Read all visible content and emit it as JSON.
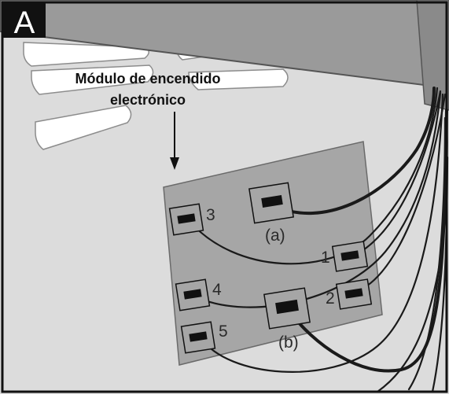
{
  "panel_letter": "A",
  "callout": {
    "line1": "Módulo de encendido",
    "line2": "electrónico"
  },
  "terminals": {
    "t1": "1",
    "t2": "2",
    "t3": "3",
    "t4": "4",
    "t5": "5",
    "ta": "(a)",
    "tb": "(b)"
  },
  "colors": {
    "background": "#dcdcdc",
    "housing": "#9a9a9a",
    "module_plate": "#a6a6a6",
    "vent_slot": "#ffffff",
    "wire": "#1a1a1a"
  }
}
